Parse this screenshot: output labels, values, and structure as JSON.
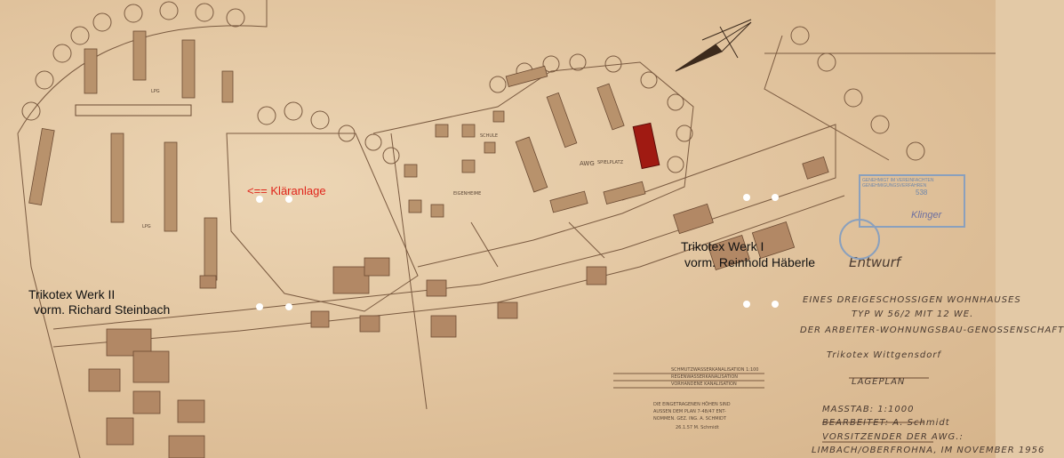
{
  "labels": {
    "werk2_line1": "Trikotex Werk II",
    "werk2_line2": "vorm. Richard Steinbach",
    "werk1_line1": "Trikotex Werk I",
    "werk1_line2": "vorm. Reinhold Häberle",
    "klaeranlage": "<== Kläranlage"
  },
  "map_labels": {
    "lpg_top": "LPG",
    "lpg_mid": "LPG",
    "awg": "AWG",
    "eigenheime": "EIGENHEIME",
    "spielplatz": "SPIELPLATZ",
    "schule": "SCHULE"
  },
  "title_block": {
    "entwurf": "Entwurf",
    "line1": "EINES DREIGESCHOSSIGEN WOHNHAUSES",
    "line2": "TYP W 56/2 MIT 12 WE.",
    "line3": "DER ARBEITER-WOHNUNGSBAU-GENOSSENSCHAFT",
    "line4": "Trikotex Wittgensdorf",
    "line5": "LAGEPLAN",
    "massstab": "MASSTAB: 1:1000",
    "bearbeitet": "BEARBEITET: A. Schmidt",
    "vorsitzender": "VORSITZENDER DER AWG.:",
    "ort_datum": "LIMBACH/OBERFROHNA, IM NOVEMBER 1956"
  },
  "legend": {
    "item1": "SCHMUTZWASSERKANALISATION 1:100",
    "item2": "REGENWASSERKANALISATION",
    "item3": "VORHANDENE KANALISATION"
  },
  "note": {
    "line1": "DIE EINGETRAGENEN HÖHEN SIND",
    "line2": "AUSSEN DEM PLAN 7-48/47 ENT-",
    "line3": "NOMMEN. GEZ. ING. A. SCHMIDT",
    "line4": "26.1.57 M. Schmidt"
  },
  "stamp": {
    "line1": "GENEHMIGT IM VEREINFACHTEN",
    "line2": "GENEHMIGUNGSVERFAHREN",
    "number": "538",
    "signature": "Klinger"
  },
  "colors": {
    "paper": "#e3c9a6",
    "ink": "#6b4a32",
    "highlight": "#a01a12",
    "annotation_red": "#e0251b",
    "stamp_blue": "#8aa0bd"
  }
}
